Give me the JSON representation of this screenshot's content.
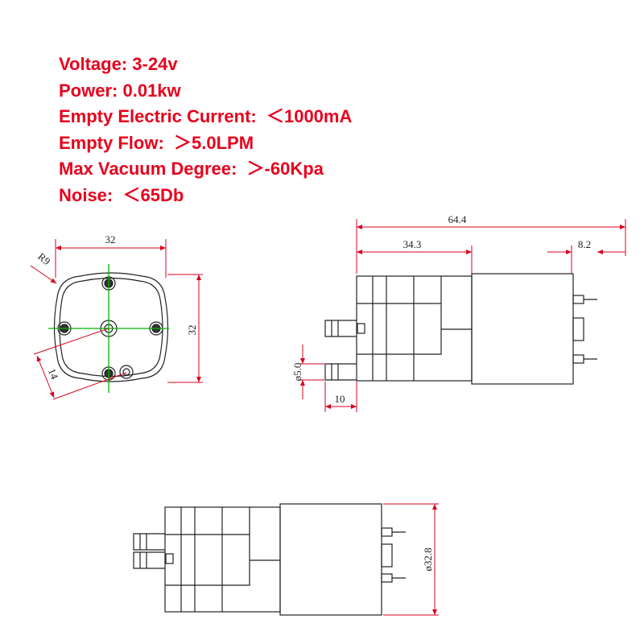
{
  "specs": [
    {
      "label": "Voltage:",
      "value": "3-24v"
    },
    {
      "label": "Power:",
      "value": "0.01kw"
    },
    {
      "label": "Empty Electric Current:",
      "value": " ＜1000mA"
    },
    {
      "label": "Empty Flow:",
      "value": " ＞5.0LPM"
    },
    {
      "label": "Max Vacuum Degree:",
      "value": " ＞-60Kpa"
    },
    {
      "label": "Noise:",
      "value": " ＜65Db"
    }
  ],
  "colors": {
    "spec_text": "#e8001c",
    "dimension_line": "#d8001c",
    "center_line": "#00b400",
    "outline": "#222222"
  },
  "front_view": {
    "width_dim": "32",
    "height_dim": "32",
    "radius_dim": "R9",
    "hole_dim": "14"
  },
  "side_view": {
    "length_dim": "64.4",
    "head_dim": "34.3",
    "terminal_dim": "8.2",
    "nozzle_diameter_dim": "ø5.0",
    "nozzle_length_dim": "10"
  },
  "bottom_view": {
    "motor_diameter_dim": "ø32.8"
  }
}
